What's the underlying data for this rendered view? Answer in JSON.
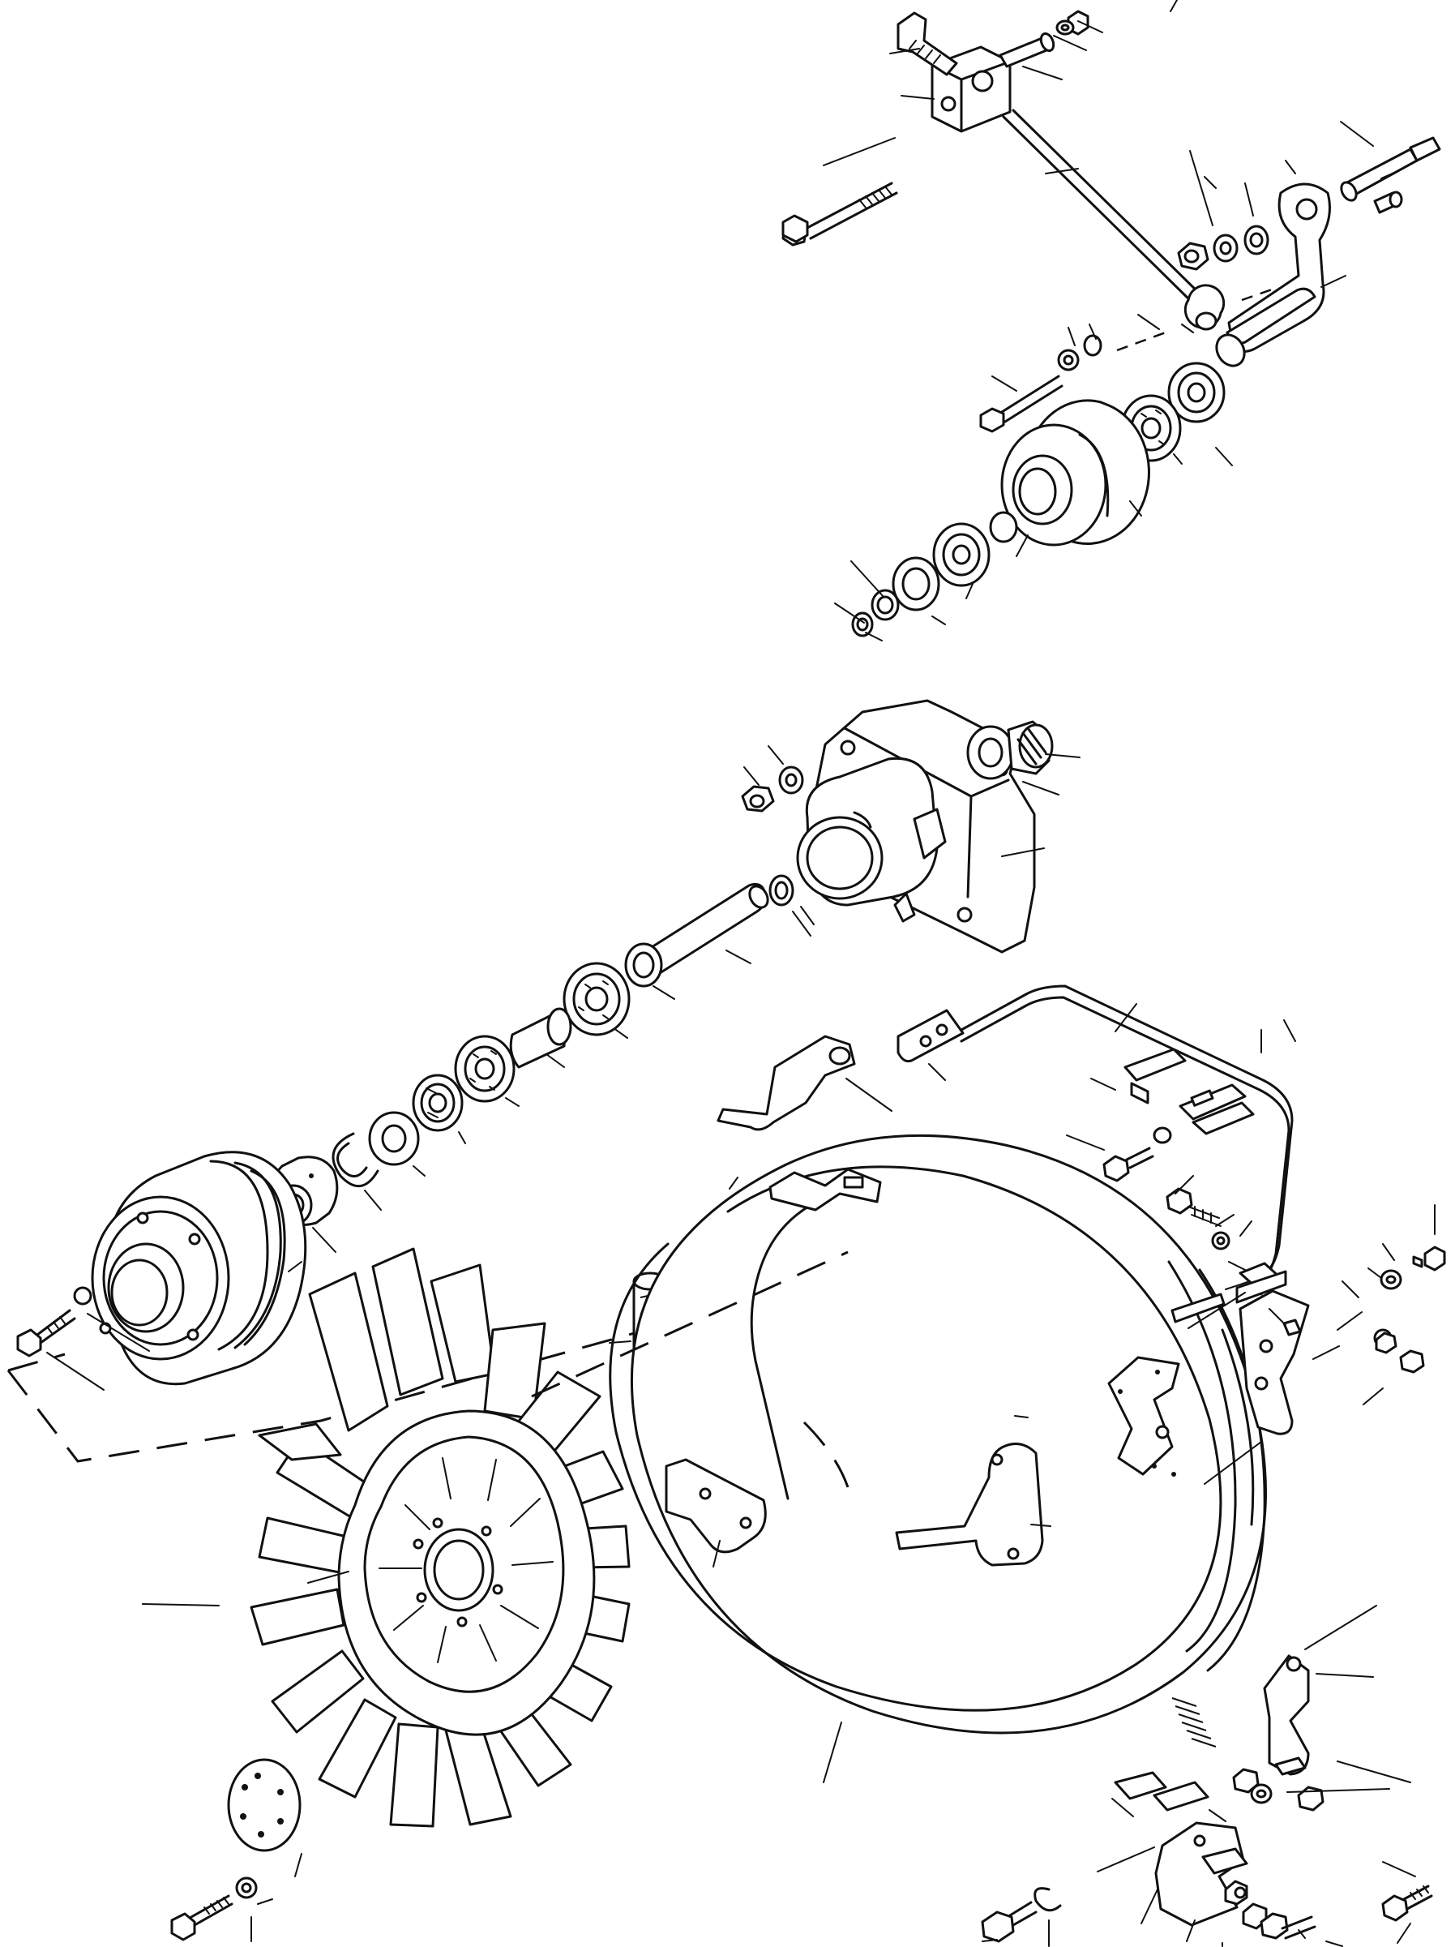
{
  "diagram": {
    "kind": "exploded parts view",
    "assemblies": [
      "belt-tensioner-linkage",
      "idler-pulley",
      "fan-bearing-housing",
      "fan-drive-shaft",
      "fan-pulley",
      "cooling-fan",
      "fan-shroud",
      "shroud-brackets"
    ],
    "callout_style": "unlabeled leader lines"
  }
}
